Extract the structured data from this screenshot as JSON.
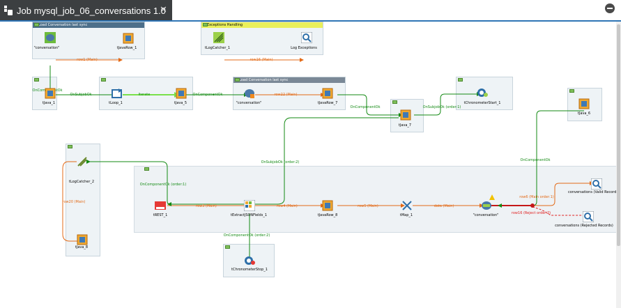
{
  "tab": {
    "title": "Job mysql_job_06_conversations 1.0",
    "close": "✕"
  },
  "subjobs": {
    "load_top": "Load Conversation last sync",
    "exceptions": "Exceptions Handling",
    "load_mid": "Load Conversation last sync"
  },
  "components": {
    "conversation_top": "\"conversation\"",
    "tJavaRow_1": "tJavaRow_1",
    "tLogCatcher_1": "tLogCatcher_1",
    "log_exceptions": "Log Exceptions",
    "tJava_1": "tJava_1",
    "tLoop_1": "tLoop_1",
    "tJava_5": "tJava_5",
    "conversation_mid": "\"conversation\"",
    "tJavaRow_7": "tJavaRow_7",
    "tChronometerStart_1": "tChronometerStart_1",
    "tJava_7": "tJava_7",
    "tJava_6": "tJava_6",
    "tLogCatcher_2": "tLogCatcher_2",
    "tJava_8": "tJava_8",
    "tREST_1": "tREST_1",
    "tExtractJSONFields_1": "tExtractJSONFields_1",
    "tJavaRow_8": "tJavaRow_8",
    "tMap_1": "tMap_1",
    "conversation_out": "\"conversation\"",
    "conv_valid": "conversations (Valid Records)",
    "conv_rejected": "conversations (Rejected Records)",
    "tChronometerStop_1": "tChronometerStop_1"
  },
  "links": {
    "row1": "row1 (Main)",
    "row16": "row16 (Main)",
    "oncomp_top": "OnComponentOk",
    "onsubjob_java1": "OnSubjobOk",
    "iterate": "Iterate",
    "oncomp_mid": "OnComponentOk",
    "row22": "row22 (Main)",
    "oncomp_java7": "OnComponentOk",
    "onsubjob_order1": "OnSubjobOk (order:1)",
    "onsubjob_order2": "OnSubjobOk (order:2)",
    "oncomp_java6": "OnComponentOk",
    "oncomp_order1": "OnComponentOk (order:1)",
    "row20": "row20 (Main)",
    "row3": "row3 (Main)",
    "row4": "row4 (Main)",
    "row5": "row5 (Main)",
    "data": "data (Main)",
    "row6_order1": "row6 (Main order:1)",
    "row16_reject": "row16 (Reject order:2)",
    "oncomp_order2": "OnComponentOk (order:2)"
  }
}
